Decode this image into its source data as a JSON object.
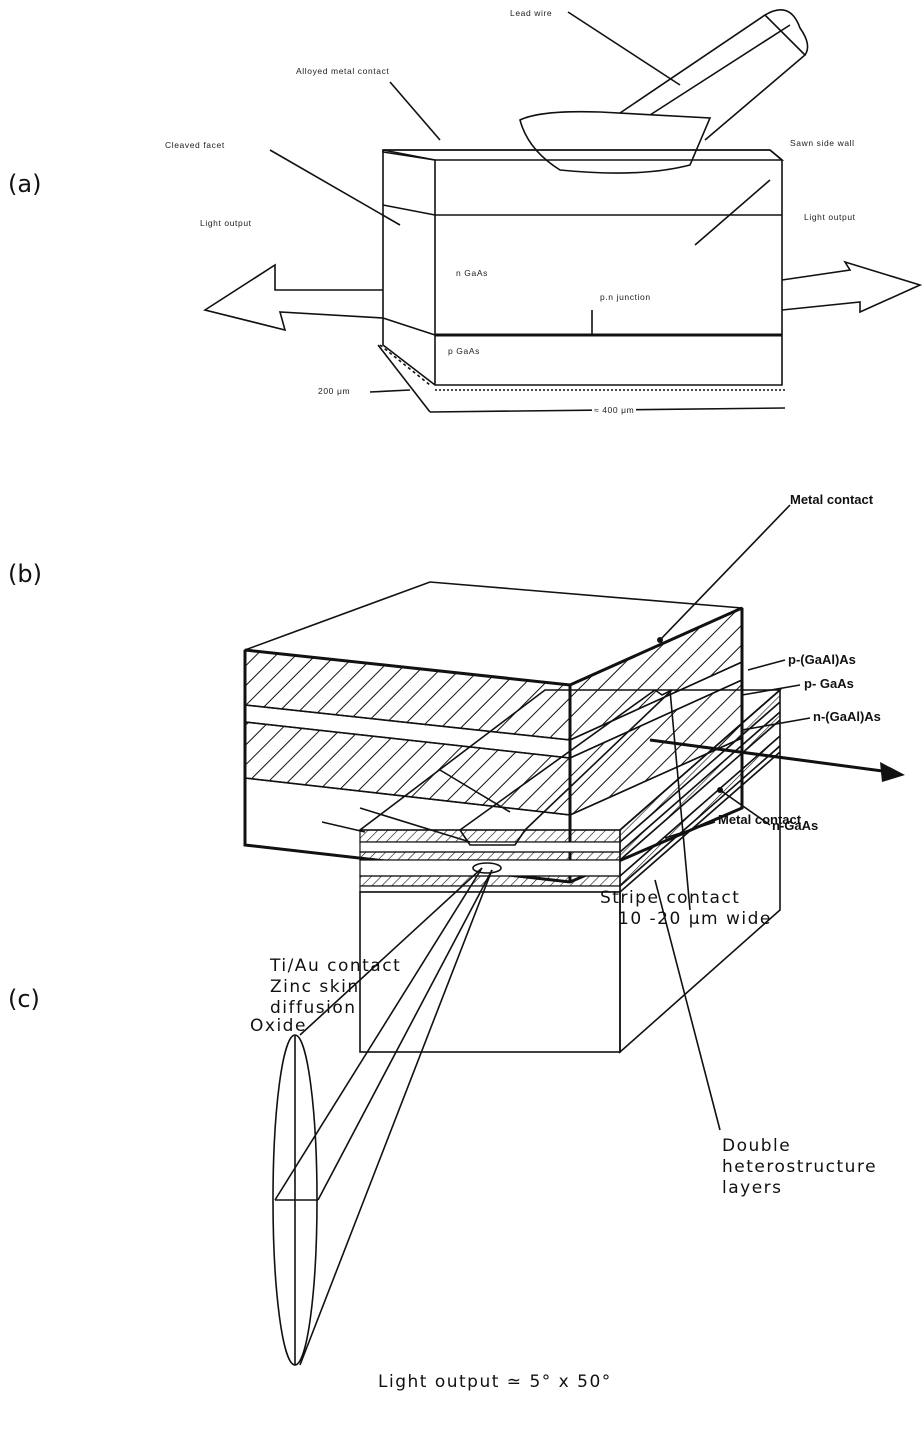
{
  "panels": {
    "a": {
      "label": "(a)",
      "lead_wire": "Lead wire",
      "alloyed_contact": "Alloyed metal contact",
      "cleaved_facet": "Cleaved facet",
      "sawn_side_wall": "Sawn side wall",
      "light_output_left": "Light output",
      "light_output_right": "Light output",
      "n_gaas": "n GaAs",
      "pn_junction": "p.n junction",
      "p_gaas": "p GaAs",
      "dim_200": "200 μm",
      "dim_400": "≈ 400 μm"
    },
    "b": {
      "label": "(b)",
      "metal_contact_top": "Metal contact",
      "p_gaalas": "p-(GaAl)As",
      "p_gaas": "p- GaAs",
      "n_gaalas": "n-(GaAl)As",
      "n_gaas": "n-GaAs",
      "metal_contact_bottom": "Metal contact"
    },
    "c": {
      "label": "(c)",
      "stripe_line1": "Stripe contact",
      "stripe_line2": "10 -20 μm wide",
      "tiau": "Ti/Au contact",
      "zinc_line1": "Zinc skin",
      "zinc_line2": "diffusion",
      "oxide": "Oxide",
      "dh_line1": "Double",
      "dh_line2": "heterostructure",
      "dh_line3": "layers",
      "light_output": "Light output ≃ 5° x 50°"
    }
  }
}
